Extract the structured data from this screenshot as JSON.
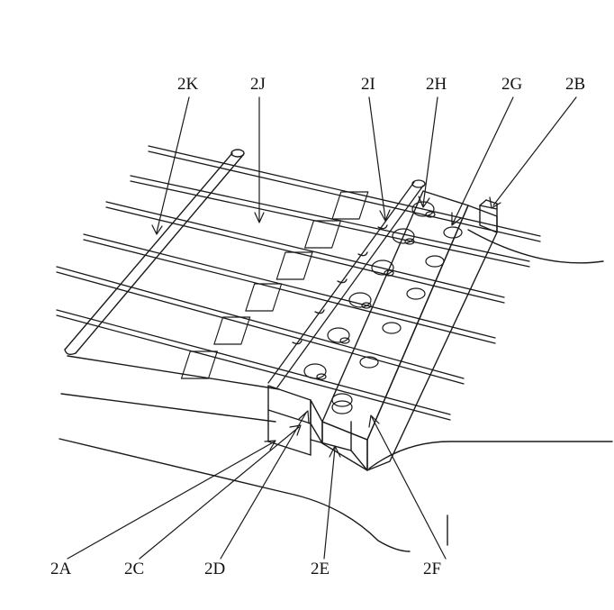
{
  "colors": {
    "ink": "#1a1a1a",
    "paper": "#ffffff",
    "shade": "#9a9a9a"
  },
  "labels": {
    "l2K": "2K",
    "l2J": "2J",
    "l2I": "2I",
    "l2H": "2H",
    "l2G": "2G",
    "l2B": "2B",
    "l2A": "2A",
    "l2C": "2C",
    "l2D": "2D",
    "l2E": "2E",
    "l2F": "2F"
  }
}
